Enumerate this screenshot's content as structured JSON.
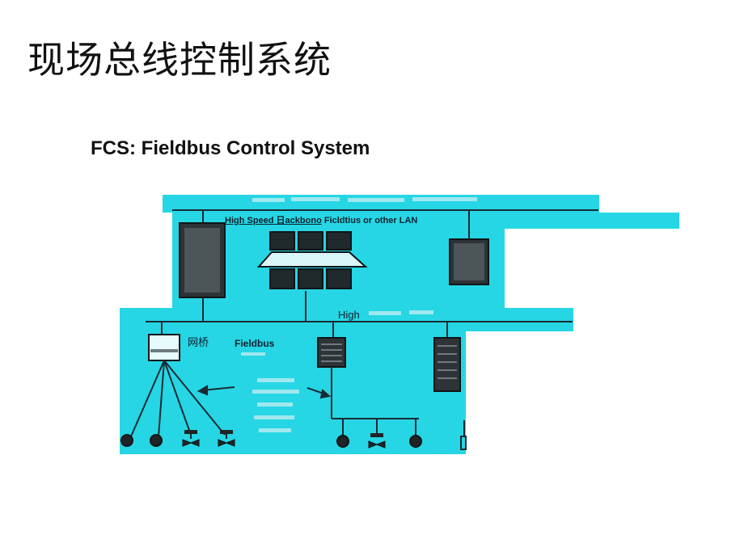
{
  "title": "现场总线控制系统",
  "subtitle": "FCS: Fieldbus Control System",
  "diagram": {
    "backbone_label": {
      "underlined": "High Speed 日ackbono",
      "rest": " Ficldtius or other LAN"
    },
    "high_label": "High",
    "bridge_label": "网桥",
    "fieldbus_label": "Fieldbus",
    "colors": {
      "background": "#26d6e4",
      "ink": "#1a2a34"
    }
  }
}
